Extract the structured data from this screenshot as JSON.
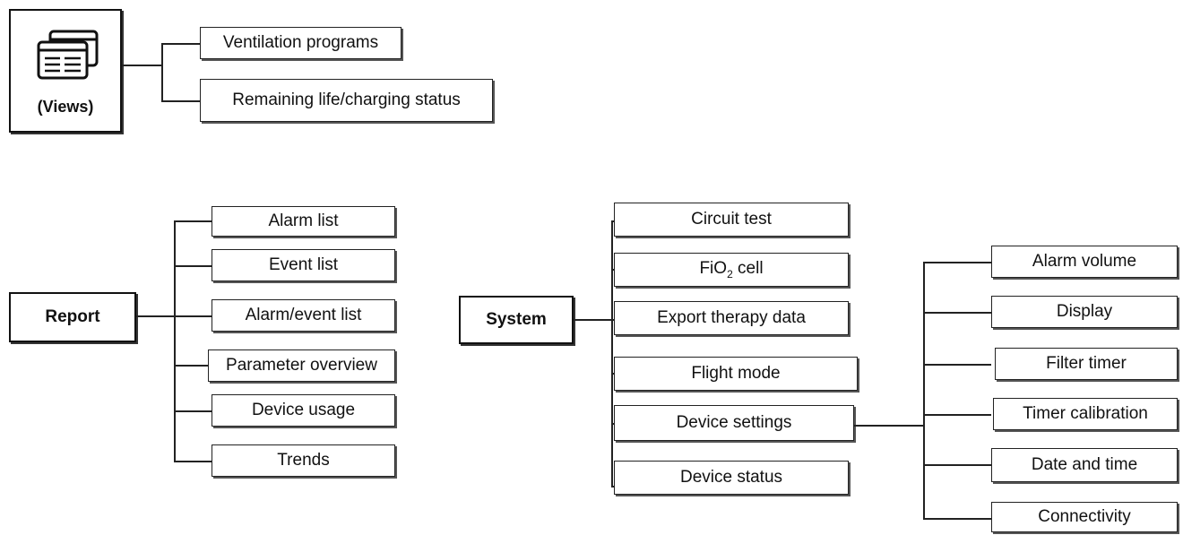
{
  "views": {
    "label": "(Views)",
    "icon": "views-windows-icon",
    "children": [
      "Ventilation programs",
      "Remaining life/charging status"
    ]
  },
  "report": {
    "label": "Report",
    "children": [
      "Alarm list",
      "Event list",
      "Alarm/event list",
      "Parameter overview",
      "Device usage",
      "Trends"
    ]
  },
  "system": {
    "label": "System",
    "children": {
      "circuit_test": "Circuit test",
      "fio2_prefix": "FiO",
      "fio2_sub": "2",
      "fio2_suffix": " cell",
      "export": "Export therapy data",
      "flight_mode": "Flight mode",
      "device_settings": "Device settings",
      "device_status": "Device status"
    }
  },
  "device_settings": {
    "children": [
      "Alarm volume",
      "Display",
      "Filter timer",
      "Timer calibration",
      "Date and time",
      "Connectivity"
    ]
  }
}
